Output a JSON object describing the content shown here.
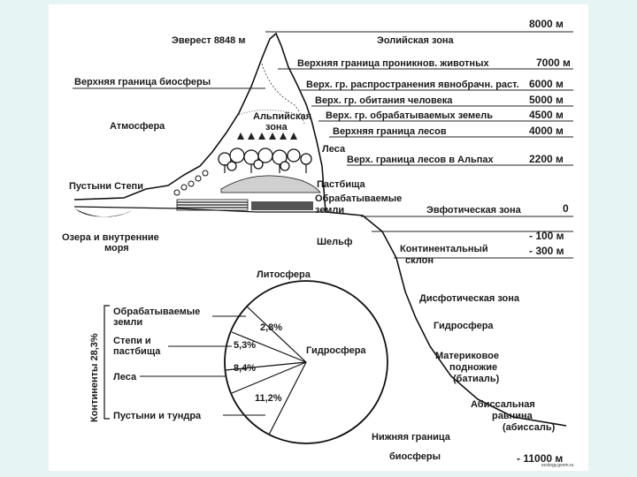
{
  "labels": {
    "everest": "Эверест 8848 м",
    "eolian": "Эолийская зона",
    "alt_8000": "8000 м",
    "upper_animals": "Верхняя граница проникнов. животных",
    "alt_7000": "7000 м",
    "upper_biosphere": "Верхняя граница биосферы",
    "upper_seedplants": "Верх. гр. распространения явнобрачн. раст.",
    "alt_6000": "6000 м",
    "upper_human": "Верх. гр. обитания человека",
    "alt_5000": "5000 м",
    "alpine_1": "Альпийская",
    "alpine_2": "зона",
    "upper_cultivated": "Верх. гр. обрабатываемых земель",
    "alt_4500": "4500 м",
    "atmosphere": "Атмосфера",
    "upper_forests": "Верхняя граница лесов",
    "alt_4000": "4000 м",
    "forests": "Леса",
    "upper_forests_alps": "Верх. граница лесов в Альпах",
    "alt_2200": "2200 м",
    "deserts_steppes": "Пустыни  Степи",
    "pastures": "Пастбища",
    "cultivated_1": "Обрабатываемые",
    "cultivated_2": "земли",
    "euphotic": "Эвфотическая зона",
    "alt_0": "0",
    "lakes_1": "Озера и внутренние",
    "lakes_2": "моря",
    "shelf": "Шельф",
    "alt_m100": "- 100 м",
    "continental_slope_1": "Континентальный",
    "continental_slope_2": "склон",
    "alt_m300": "- 300 м",
    "lithosphere": "Литосфера",
    "disphotic": "Дисфотическая зона",
    "hydrosphere_right": "Гидросфера",
    "bathyal_1": "Материковое",
    "bathyal_2": "подножие",
    "bathyal_3": "(батиаль)",
    "abyssal_1": "Абиссальная",
    "abyssal_2": "равнина",
    "abyssal_3": "(абиссаль)",
    "lower_biosphere_1": "Нижняя граница",
    "lower_biosphere_2": "биосферы",
    "alt_m11000": "- 11000 м",
    "watermark": "ecology.gvnm.ru"
  },
  "pie": {
    "continents": "Континенты 28,3%",
    "legend_cultivated_1": "Обрабатываемые",
    "legend_cultivated_2": "земли",
    "legend_steppes_1": "Степи и",
    "legend_steppes_2": "пастбища",
    "legend_forests": "Леса",
    "legend_deserts": "Пустыни и тундра",
    "hydrosphere": "Гидросфера",
    "pct_cultivated": "2,8%",
    "pct_steppes": "5,3%",
    "pct_forests": "8,4%",
    "pct_deserts": "11,2%"
  }
}
